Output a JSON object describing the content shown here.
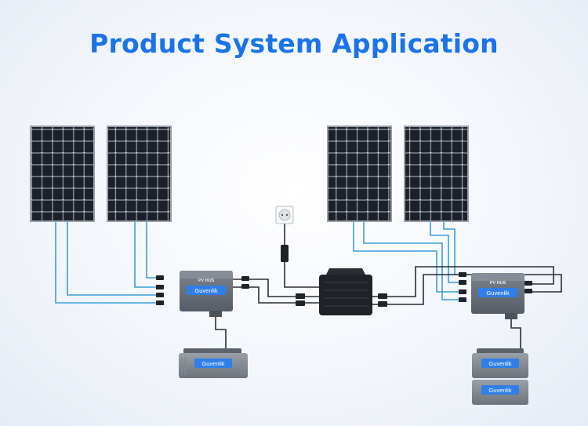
{
  "header": {
    "title": "Product System Application"
  },
  "hub": {
    "label": "PV HUS",
    "brand": "Guvenlik"
  },
  "battery": {
    "brand": "Guvenlik"
  },
  "colors": {
    "title": "#1a73e8",
    "panel_cell": "#1b1f27",
    "cable_blue": "#3a9fd8",
    "cable_dark": "#2a2d33",
    "device_gray": "#6c737d",
    "device_label": "#2f7fe6"
  }
}
